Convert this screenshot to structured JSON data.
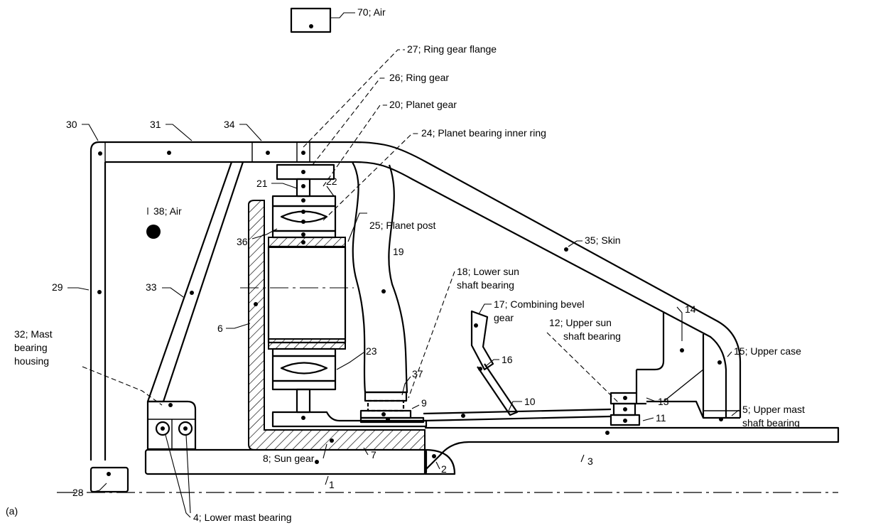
{
  "figure_label": "(a)",
  "labels": {
    "n70": "70; Air",
    "n27": "27; Ring gear flange",
    "n26": "26; Ring gear",
    "n20": "20; Planet gear",
    "n24": "24; Planet bearing inner ring",
    "n30": "30",
    "n31": "31",
    "n34": "34",
    "n21": "21",
    "n22": "22",
    "n38": "38; Air",
    "n25": "25; Planet post",
    "n36": "36",
    "n35": "35; Skin",
    "n19": "19",
    "n29": "29",
    "n33": "33",
    "n18a": "18; Lower sun",
    "n18b": "shaft bearing",
    "n17a": "17; Combining bevel",
    "n17b": "gear",
    "n6": "6",
    "n14": "14",
    "n12a": "12; Upper sun",
    "n12b": "shaft bearing",
    "n32a": "32; Mast",
    "n32b": "bearing",
    "n32c": "housing",
    "n23": "23",
    "n16": "16",
    "n15": "15; Upper case",
    "n37": "37",
    "n10": "10",
    "n9": "9",
    "n5a": "5; Upper mast",
    "n5b": "shaft bearing",
    "n13": "13",
    "n11": "11",
    "n28": "28",
    "n8": "8; Sun gear",
    "n7": "7",
    "n2": "2",
    "n3": "3",
    "n1": "1",
    "n4": "4; Lower mast bearing"
  }
}
